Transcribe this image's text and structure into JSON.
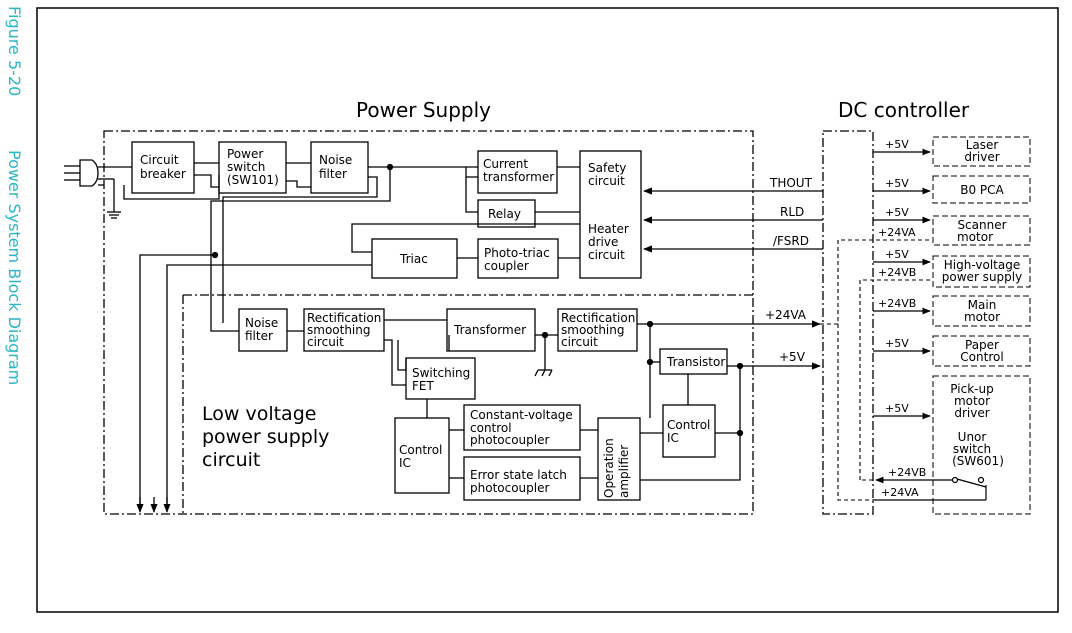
{
  "figure": {
    "number": "Figure 5-20",
    "title": "Power System Block Diagram",
    "color": "#29b6c6"
  },
  "sections": {
    "power_supply": "Power Supply",
    "dc_controller": "DC controller",
    "low_voltage_line1": "Low voltage",
    "low_voltage_line2": "power supply",
    "low_voltage_line3": "circuit"
  },
  "blocks": {
    "circuit_breaker": [
      "Circuit",
      "breaker"
    ],
    "power_switch": [
      "Power",
      "switch",
      "(SW101)"
    ],
    "noise_filter_1": [
      "Noise",
      "filter"
    ],
    "current_transformer": [
      "Current",
      "transformer"
    ],
    "safety_circuit": [
      "Safety",
      "circuit"
    ],
    "relay": [
      "Relay"
    ],
    "heater_drive": [
      "Heater",
      "drive",
      "circuit"
    ],
    "triac": [
      "Triac"
    ],
    "photo_triac": [
      "Photo-triac",
      "coupler"
    ],
    "noise_filter_2": [
      "Noise",
      "filter"
    ],
    "rect_smooth_1": [
      "Rectification",
      "smoothing",
      "circuit"
    ],
    "transformer": [
      "Transformer"
    ],
    "rect_smooth_2": [
      "Rectification",
      "smoothing",
      "circuit"
    ],
    "switching_fet": [
      "Switching",
      "FET"
    ],
    "transistor": [
      "Transistor"
    ],
    "control_ic_1": [
      "Control",
      "IC"
    ],
    "cv_photocoupler": [
      "Constant-voltage",
      "control",
      "photocoupler"
    ],
    "error_latch": [
      "Error state latch",
      "photocoupler"
    ],
    "op_amp": [
      "Operation",
      "amplifier"
    ],
    "control_ic_2": [
      "Control",
      "IC"
    ]
  },
  "signals": {
    "thout": "THOUT",
    "rld": "RLD",
    "fsrd": "/FSRD",
    "out_24va": "+24VA",
    "out_5v": "+5V"
  },
  "loads": [
    {
      "id": "laser",
      "lines": [
        "Laser",
        "driver"
      ],
      "voltage": "+5V"
    },
    {
      "id": "b0pca",
      "lines": [
        "B0 PCA"
      ],
      "voltage": "+5V"
    },
    {
      "id": "scanner",
      "lines": [
        "Scanner",
        "motor"
      ],
      "voltage": "+5V",
      "voltage2": "+24VA"
    },
    {
      "id": "hv",
      "lines": [
        "High-voltage",
        "power supply"
      ],
      "voltage": "+5V",
      "voltage2": "+24VB"
    },
    {
      "id": "main",
      "lines": [
        "Main",
        "motor"
      ],
      "voltage": "+24VB"
    },
    {
      "id": "paper",
      "lines": [
        "Paper",
        "Control"
      ],
      "voltage": "+5V"
    },
    {
      "id": "pickup",
      "lines": [
        "Pick-up",
        "motor",
        "driver"
      ],
      "voltage": "+5V"
    }
  ],
  "switch": {
    "lines": [
      "Unor",
      "switch",
      "(SW601)"
    ],
    "in_label": "+24VB",
    "out_label": "+24VA"
  }
}
